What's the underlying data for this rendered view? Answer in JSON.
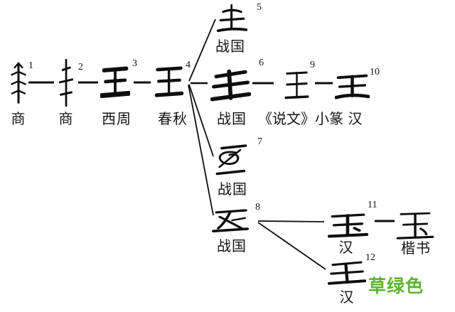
{
  "figure": {
    "type": "character-evolution-diagram",
    "subject": "玉",
    "nodes": [
      {
        "id": "1",
        "num": "1",
        "period": "商",
        "glyph": "oracle-bone-form-a"
      },
      {
        "id": "2",
        "num": "2",
        "period": "商",
        "glyph": "oracle-bone-form-b"
      },
      {
        "id": "3",
        "num": "3",
        "period": "西周",
        "glyph": "western-zhou-bronze-form"
      },
      {
        "id": "4",
        "num": "4",
        "period": "春秋",
        "glyph": "spring-autumn-form"
      },
      {
        "id": "5",
        "num": "5",
        "period": "战国",
        "glyph": "warring-states-form-a"
      },
      {
        "id": "6",
        "num": "6",
        "period": "战国",
        "glyph": "warring-states-form-b"
      },
      {
        "id": "7",
        "num": "7",
        "period": "战国",
        "glyph": "warring-states-form-c"
      },
      {
        "id": "8",
        "num": "8",
        "period": "战国",
        "glyph": "warring-states-form-d"
      },
      {
        "id": "9",
        "num": "9",
        "period": "《说文》小篆",
        "glyph": "shuowen-small-seal-form"
      },
      {
        "id": "10",
        "num": "10",
        "period": "汉",
        "glyph": "han-form-a"
      },
      {
        "id": "11",
        "num": "11",
        "period": "汉",
        "glyph": "han-form-b"
      },
      {
        "id": "12",
        "num": "12",
        "period": "汉",
        "glyph": "han-form-c"
      },
      {
        "id": "kaishu",
        "num": "",
        "period": "楷书",
        "glyph": "regular-script-yu"
      }
    ],
    "edges": [
      {
        "from": "1",
        "to": "2"
      },
      {
        "from": "2",
        "to": "3"
      },
      {
        "from": "3",
        "to": "4"
      },
      {
        "from": "4",
        "to": "5"
      },
      {
        "from": "4",
        "to": "6"
      },
      {
        "from": "4",
        "to": "7"
      },
      {
        "from": "4",
        "to": "8"
      },
      {
        "from": "6",
        "to": "9"
      },
      {
        "from": "9",
        "to": "10"
      },
      {
        "from": "8",
        "to": "11"
      },
      {
        "from": "8",
        "to": "12"
      },
      {
        "from": "11",
        "to": "kaishu"
      }
    ],
    "watermark": {
      "text": "草绿色",
      "color": "#5bb52f"
    },
    "ink_color": "#0e0e0e",
    "background_color": "#ffffff"
  }
}
